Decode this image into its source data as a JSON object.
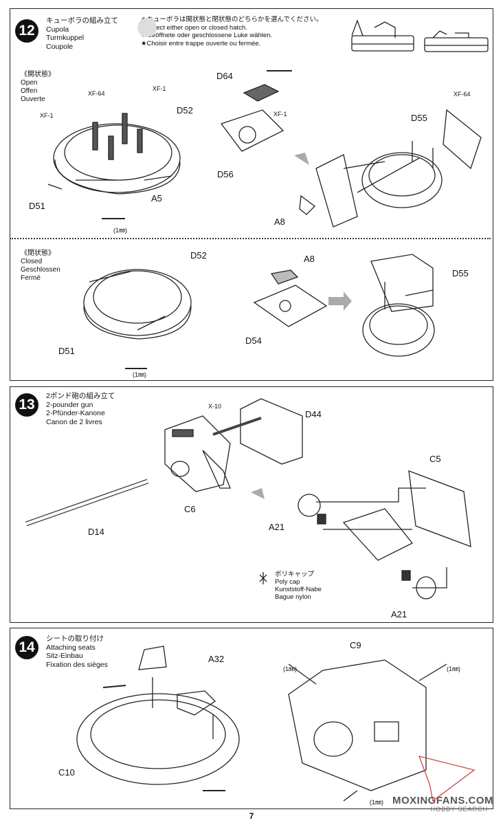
{
  "step12": {
    "number": "12",
    "title_jp": "キューボラの組み立て",
    "title_en": "Cupola",
    "title_de": "Turmkuppel",
    "title_fr": "Coupole",
    "notes": [
      "★キューボラは開状態と閉状態のどちらかを選んでください。",
      "★Select either open or closed hatch.",
      "★Geöffnete oder geschlossene Luke wählen.",
      "★Choisir entre trappe ouverte ou fermée."
    ],
    "open": {
      "jp": "《開状態》",
      "en": "Open",
      "de": "Offen",
      "fr": "Ouverte"
    },
    "closed": {
      "jp": "《閉状態》",
      "en": "Closed",
      "de": "Geschlossen",
      "fr": "Fermé"
    },
    "labels": {
      "xf64a": "XF-64",
      "xf1a": "XF-1",
      "xf1b": "XF-1",
      "d52a": "D52",
      "d51a": "D51",
      "a5": "A5",
      "mm1a": "(1㎜)",
      "d64": "D64",
      "xf1c": "XF-1",
      "d56": "D56",
      "d55a": "D55",
      "xf64b": "XF-64",
      "a8a": "A8",
      "d52b": "D52",
      "d51b": "D51",
      "mm1b": "(1㎜)",
      "a8b": "A8",
      "d54": "D54",
      "d55b": "D55"
    }
  },
  "step13": {
    "number": "13",
    "title_jp": "2ポンド砲の組み立て",
    "title_en": "2-pounder gun",
    "title_de": "2-Pfünder-Kanone",
    "title_fr": "Canon de 2 livres",
    "labels": {
      "x10": "X-10",
      "d44": "D44",
      "c5": "C5",
      "c6": "C6",
      "d14": "D14",
      "a21a": "A21",
      "a21b": "A21"
    },
    "polycap": {
      "jp": "ポリキャップ",
      "en": "Poly cap",
      "de": "Kunststoff-Nabe",
      "fr": "Bague nylon"
    }
  },
  "step14": {
    "number": "14",
    "title_jp": "シートの取り付け",
    "title_en": "Attaching seats",
    "title_de": "Sitz-Einbau",
    "title_fr": "Fixation des sièges",
    "labels": {
      "a32": "A32",
      "c10": "C10",
      "c9": "C9",
      "mm1a": "(1㎜)",
      "mm1b": "(1㎜)",
      "mm1c": "(1㎜)"
    }
  },
  "page_number": "7",
  "watermark": {
    "line1": "MOXINGFANS.COM",
    "line2": "HOBBY SEARCH"
  }
}
